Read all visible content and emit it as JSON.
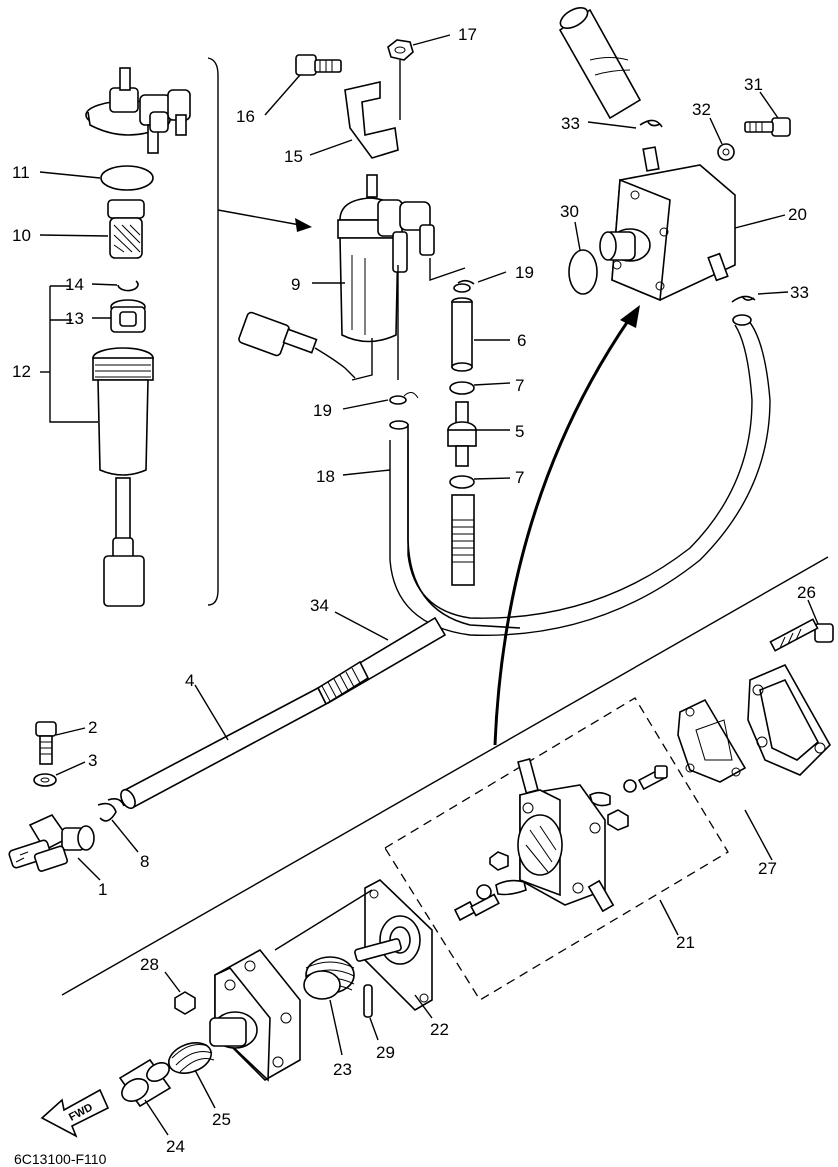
{
  "diagram": {
    "part_labels": {
      "p1": "1",
      "p2": "2",
      "p3": "3",
      "p4": "4",
      "p5": "5",
      "p6": "6",
      "p7a": "7",
      "p7b": "7",
      "p8": "8",
      "p9": "9",
      "p10": "10",
      "p11": "11",
      "p12": "12",
      "p13": "13",
      "p14": "14",
      "p15": "15",
      "p16": "16",
      "p17": "17",
      "p18": "18",
      "p19a": "19",
      "p19b": "19",
      "p20": "20",
      "p21": "21",
      "p22": "22",
      "p23": "23",
      "p24": "24",
      "p25": "25",
      "p26": "26",
      "p27": "27",
      "p28": "28",
      "p29": "29",
      "p30": "30",
      "p31": "31",
      "p32": "32",
      "p33a": "33",
      "p33b": "33",
      "p34": "34"
    },
    "fwd_label": "FWD",
    "drawing_code": "6C13100-F110"
  }
}
